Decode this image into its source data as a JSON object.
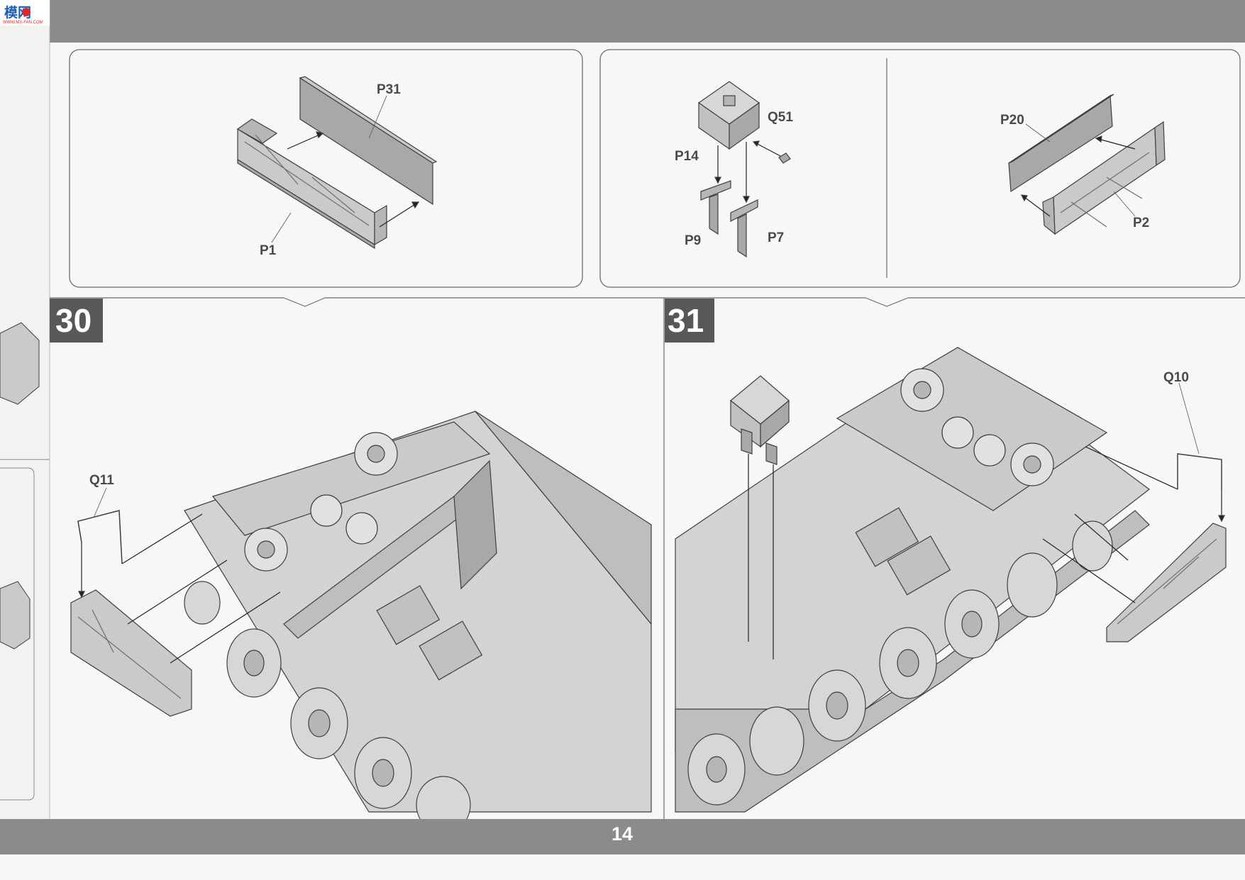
{
  "logo": {
    "text": "模网",
    "subtext": "WWW.MX-FAN.COM",
    "colors": {
      "primary": "#1f5fb4",
      "accent": "#d42b2b"
    }
  },
  "steps": [
    {
      "number": "30",
      "part_labels": {
        "main": "Q11"
      }
    },
    {
      "number": "31",
      "part_labels": {
        "main": "Q10"
      }
    }
  ],
  "subassemblies": {
    "left": {
      "labels": [
        "P31",
        "P1"
      ]
    },
    "middle": {
      "labels": [
        "Q51",
        "P14",
        "P9",
        "P7"
      ]
    },
    "right": {
      "labels": [
        "P20",
        "P2"
      ]
    }
  },
  "page_number": "14",
  "colors": {
    "band": "#8a8b8b",
    "step_badge": "#585858",
    "part_fill": "#c9cbcb",
    "part_dark": "#a7a9a9",
    "line": "#3e3e3e",
    "paper": "#f7f7f6"
  }
}
